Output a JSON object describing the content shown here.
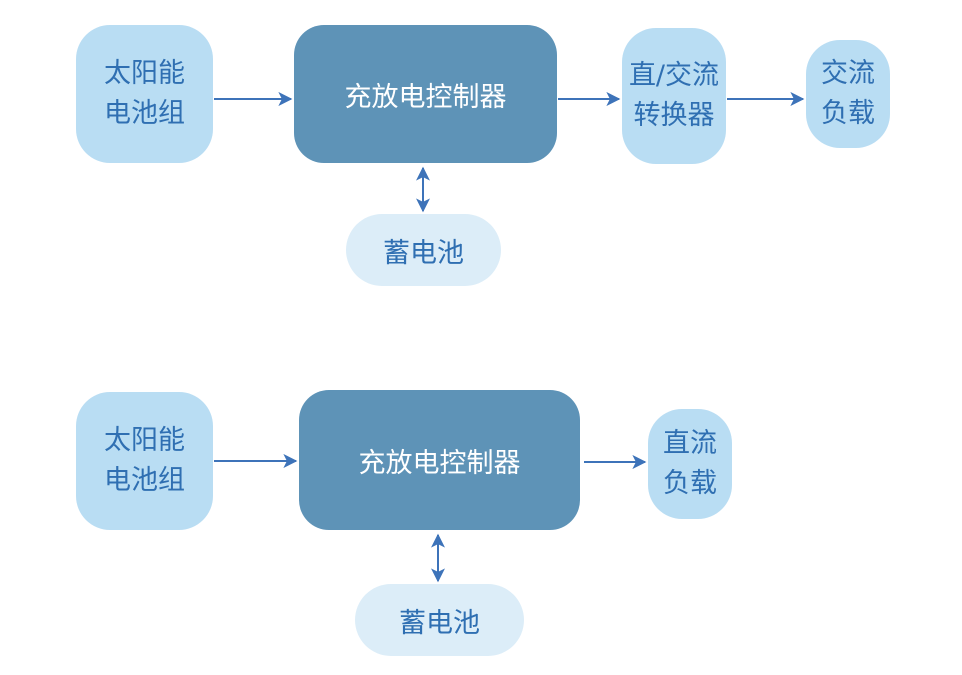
{
  "diagrams": [
    {
      "solar": "太阳能\n电池组",
      "controller": "充放电控制器",
      "inverter": "直/交流\n转换器",
      "load": "交流\n负载",
      "battery": "蓄电池"
    },
    {
      "solar": "太阳能\n电池组",
      "controller": "充放电控制器",
      "load": "直流\n负载",
      "battery": "蓄电池"
    }
  ],
  "colors": {
    "light_box": "#b9ddf3",
    "pale_box": "#dcedf8",
    "dark_box": "#5e93b7",
    "text_blue": "#2f6fb2",
    "arrow": "#3d73b9"
  }
}
